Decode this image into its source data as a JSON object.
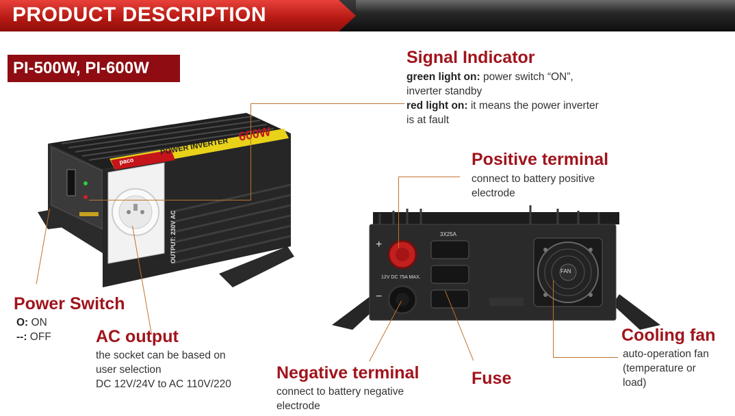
{
  "header": {
    "title": "PRODUCT DESCRIPTION"
  },
  "model": {
    "label": "PI-500W, PI-600W"
  },
  "signal_indicator": {
    "title": "Signal Indicator",
    "green_label": "green light on:",
    "green_text": " power switch “ON”,",
    "green_text2": "inverter standby",
    "red_label": "red light on:",
    "red_text": " it means the power inverter",
    "red_text2": "is at fault"
  },
  "positive_terminal": {
    "title": "Positive terminal",
    "line1": "connect to battery positive",
    "line2": "electrode"
  },
  "power_switch": {
    "title": "Power Switch",
    "on_symbol": "O:",
    "on_text": " ON",
    "off_symbol": "--:",
    "off_text": " OFF"
  },
  "ac_output": {
    "title": "AC output",
    "line1": "the socket can be based on",
    "line2": "user selection",
    "line3": "DC 12V/24V to AC 110V/220"
  },
  "negative_terminal": {
    "title": "Negative terminal",
    "line1": "connect to battery negative",
    "line2": "electrode"
  },
  "fuse": {
    "title": "Fuse"
  },
  "cooling_fan": {
    "title": "Cooling fan",
    "line1": "auto-operation fan",
    "line2": " (temperature or",
    "line3": "load)"
  },
  "product_labels": {
    "brand": "paco",
    "power_inverter": "POWER INVERTER",
    "wattage": "600W",
    "output": "OUTPUT: 230V AC",
    "fuse_rating": "3X25A",
    "dc_rating": "12V DC 75A MAX.",
    "fan": "FAN",
    "plus": "+",
    "minus": "−"
  },
  "colors": {
    "accent_red": "#a0141c",
    "leader_line": "#c0732f",
    "banner_red": "#b41812"
  }
}
